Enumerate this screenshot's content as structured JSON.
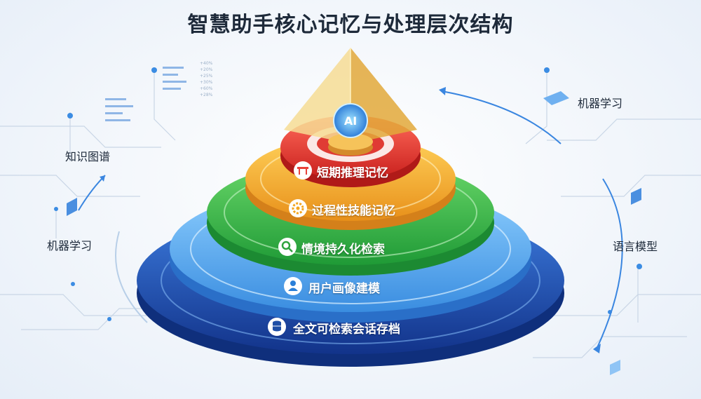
{
  "title": "智慧助手核心记忆与处理层次结构",
  "core": {
    "label": "AI"
  },
  "layers": [
    {
      "label": "短期推理记忆",
      "icon": "workbench-icon",
      "color": "#e8423a"
    },
    {
      "label": "过程性技能记忆",
      "icon": "gear-icon",
      "color": "#f3a51f"
    },
    {
      "label": "情境持久化检索",
      "icon": "search-icon",
      "color": "#3cbd4a"
    },
    {
      "label": "用户画像建模",
      "icon": "user-icon",
      "color": "#4fa6e8"
    },
    {
      "label": "全文可检索会话存档",
      "icon": "database-icon",
      "color": "#1f4fa6"
    }
  ],
  "side_labels": {
    "top_left": "知识图谱",
    "bottom_left": "机器学习",
    "top_right": "机器学习",
    "bottom_right": "语言模型"
  },
  "decor_values": [
    "+40%",
    "+20%",
    "+25%",
    "+30%",
    "+60%",
    "+28%"
  ]
}
